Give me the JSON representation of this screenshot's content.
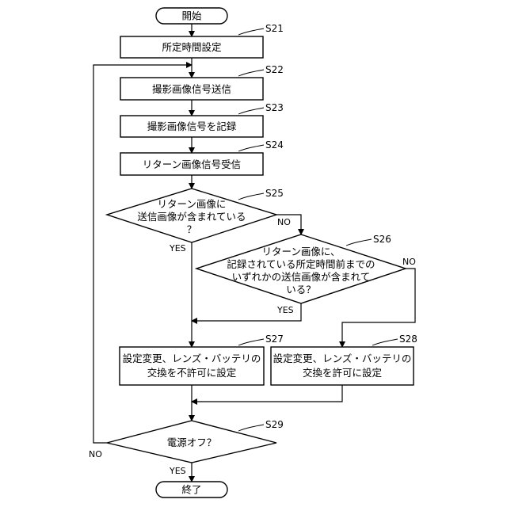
{
  "start": {
    "label": "開始"
  },
  "end": {
    "label": "終了"
  },
  "steps": {
    "s21": {
      "id": "S21",
      "text": "所定時間設定"
    },
    "s22": {
      "id": "S22",
      "text": "撮影画像信号送信"
    },
    "s23": {
      "id": "S23",
      "text": "撮影画像信号を記録"
    },
    "s24": {
      "id": "S24",
      "text": "リターン画像信号受信"
    },
    "s25": {
      "id": "S25",
      "lines": [
        "リターン画像に",
        "送信画像が含まれている",
        "？"
      ]
    },
    "s26": {
      "id": "S26",
      "lines": [
        "リターン画像に、",
        "記録されている所定時間前までの",
        "いずれかの送信画像が含まれて",
        "いる？"
      ]
    },
    "s27": {
      "id": "S27",
      "lines": [
        "設定変更、レンズ・バッテリの",
        "交換を不許可に設定"
      ]
    },
    "s28": {
      "id": "S28",
      "lines": [
        "設定変更、レンズ・バッテリの",
        "交換を許可に設定"
      ]
    },
    "s29": {
      "id": "S29",
      "text": "電源オフ？"
    }
  },
  "branches": {
    "s25_yes": "YES",
    "s25_no": "NO",
    "s26_yes": "YES",
    "s26_no": "NO",
    "s29_yes": "YES",
    "s29_no": "NO"
  }
}
